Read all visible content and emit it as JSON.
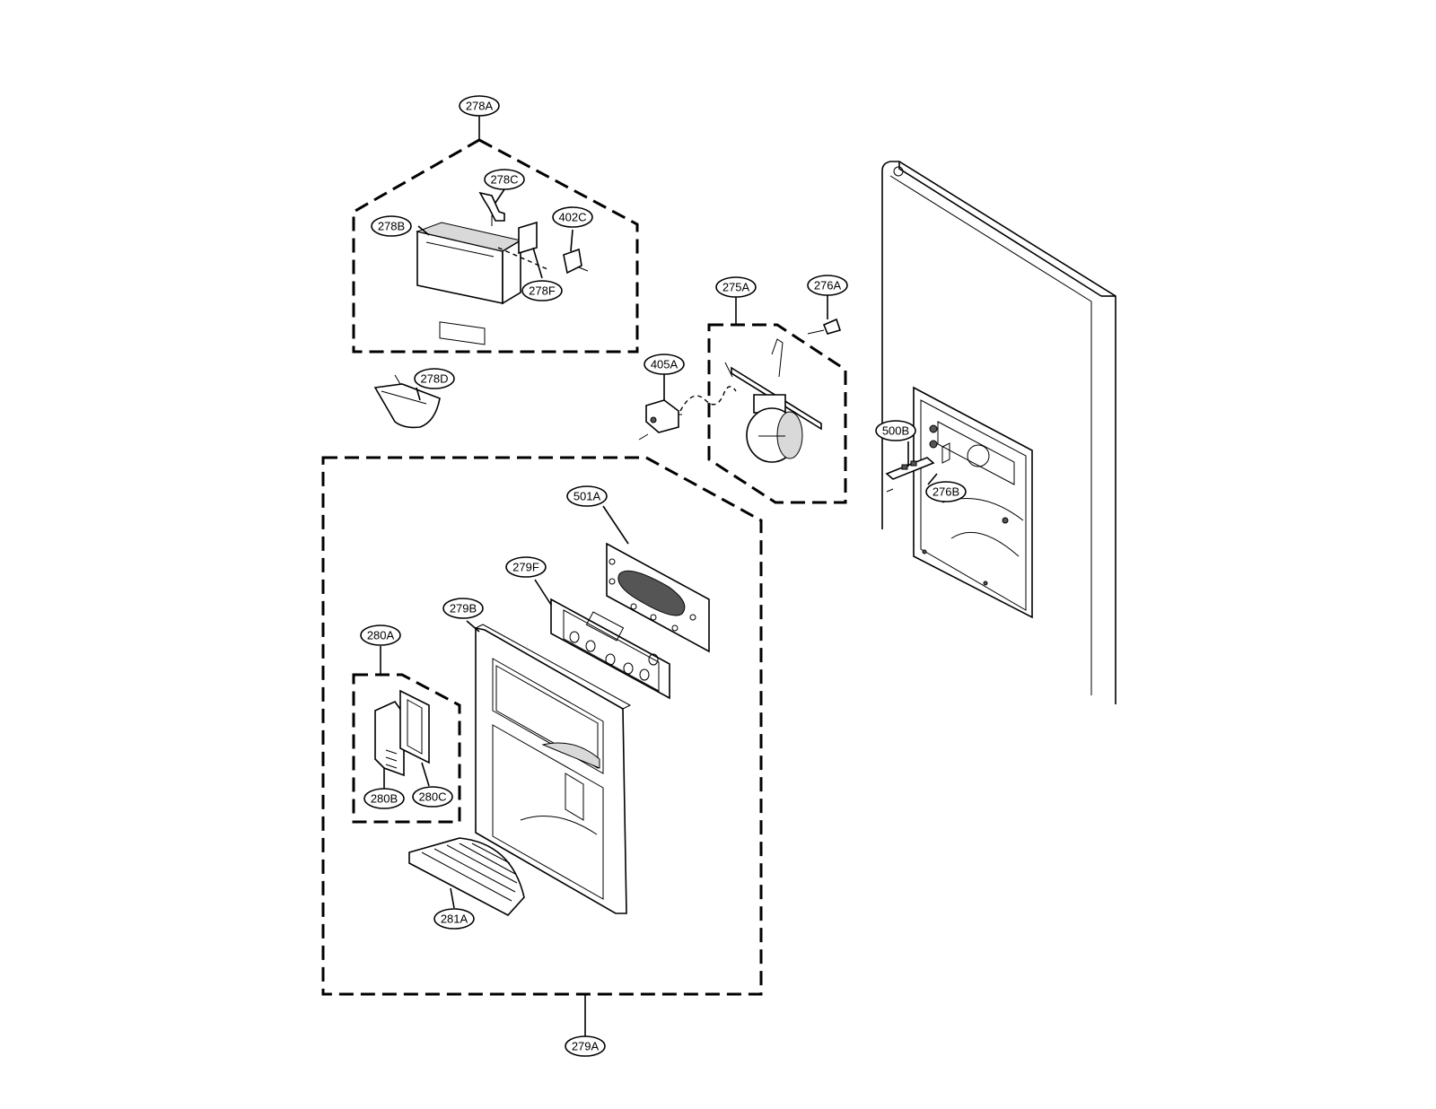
{
  "labels": {
    "l278A": "278A",
    "l278B": "278B",
    "l278C": "278C",
    "l402C": "402C",
    "l278F": "278F",
    "l278D": "278D",
    "l275A": "275A",
    "l276A": "276A",
    "l405A": "405A",
    "l500B": "500B",
    "l276B": "276B",
    "l501A": "501A",
    "l279F": "279F",
    "l279B": "279B",
    "l280A": "280A",
    "l280B": "280B",
    "l280C": "280C",
    "l281A": "281A",
    "l279A": "279A"
  }
}
